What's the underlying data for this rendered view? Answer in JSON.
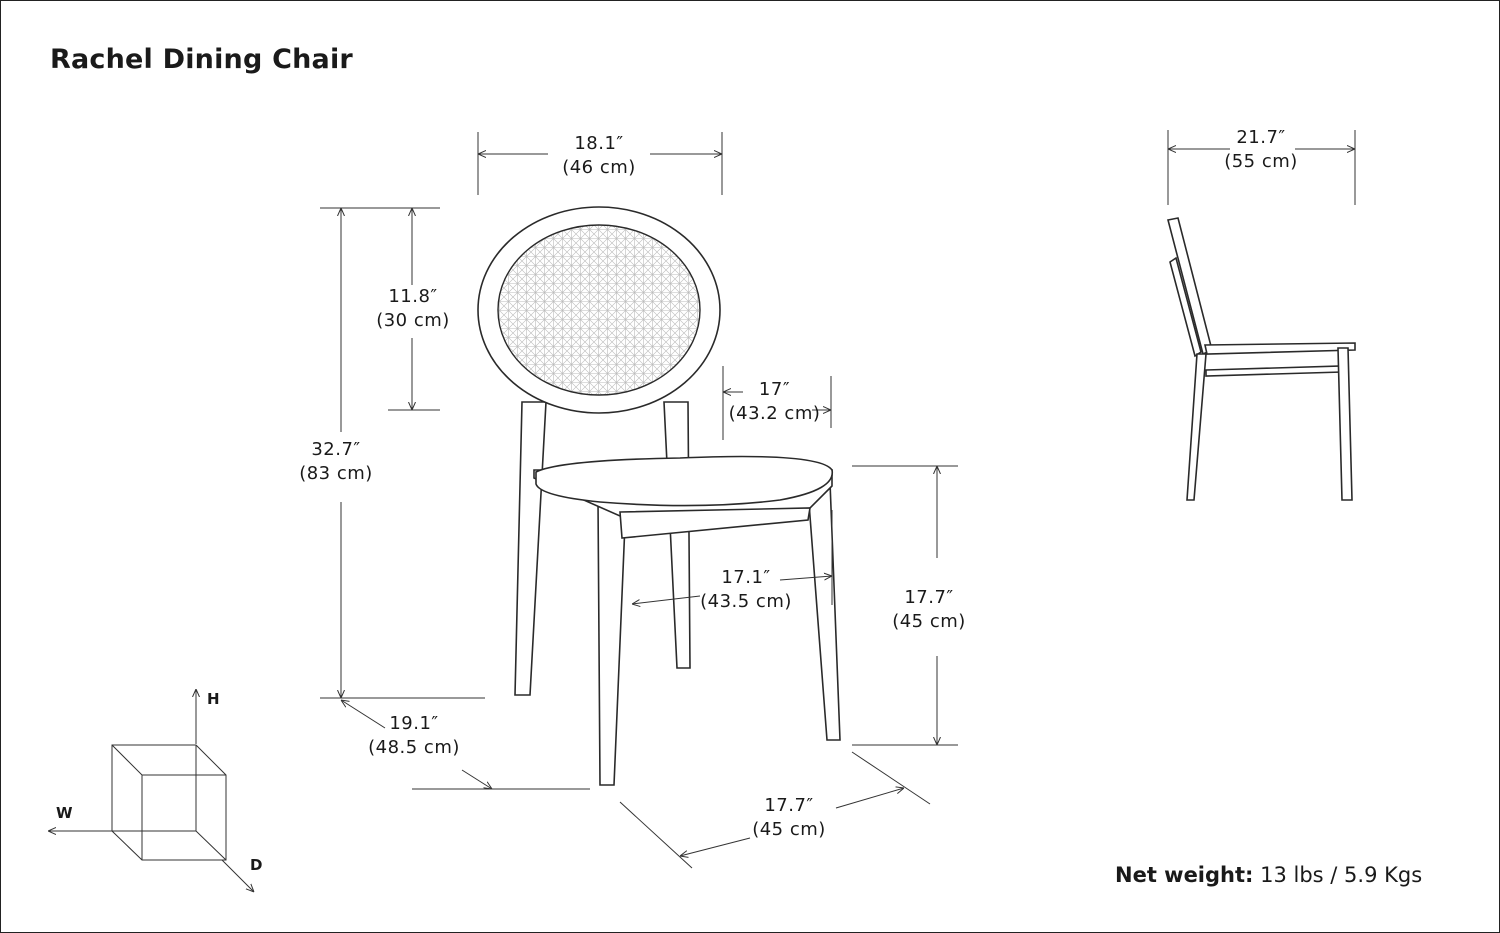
{
  "title": "Rachel Dining Chair",
  "dimensions": {
    "back_width": {
      "in": "18.1″",
      "cm": "(46 cm)"
    },
    "back_height": {
      "in": "11.8″",
      "cm": "(30 cm)"
    },
    "total_height": {
      "in": "32.7″",
      "cm": "(83 cm)"
    },
    "seat_depth": {
      "in": "17″",
      "cm": "(43.2 cm)"
    },
    "seat_width": {
      "in": "17.1″",
      "cm": "(43.5 cm)"
    },
    "seat_height": {
      "in": "17.7″",
      "cm": "(45 cm)"
    },
    "base_width": {
      "in": "19.1″",
      "cm": "(48.5 cm)"
    },
    "base_depth": {
      "in": "17.7″",
      "cm": "(45 cm)"
    },
    "side_depth": {
      "in": "21.7″",
      "cm": "(55 cm)"
    }
  },
  "axes": {
    "h": "H",
    "w": "W",
    "d": "D"
  },
  "net_weight": {
    "label": "Net weight:",
    "value": "13 lbs / 5.9 Kgs"
  },
  "colors": {
    "line": "#2a2a2a",
    "background": "#ffffff"
  }
}
